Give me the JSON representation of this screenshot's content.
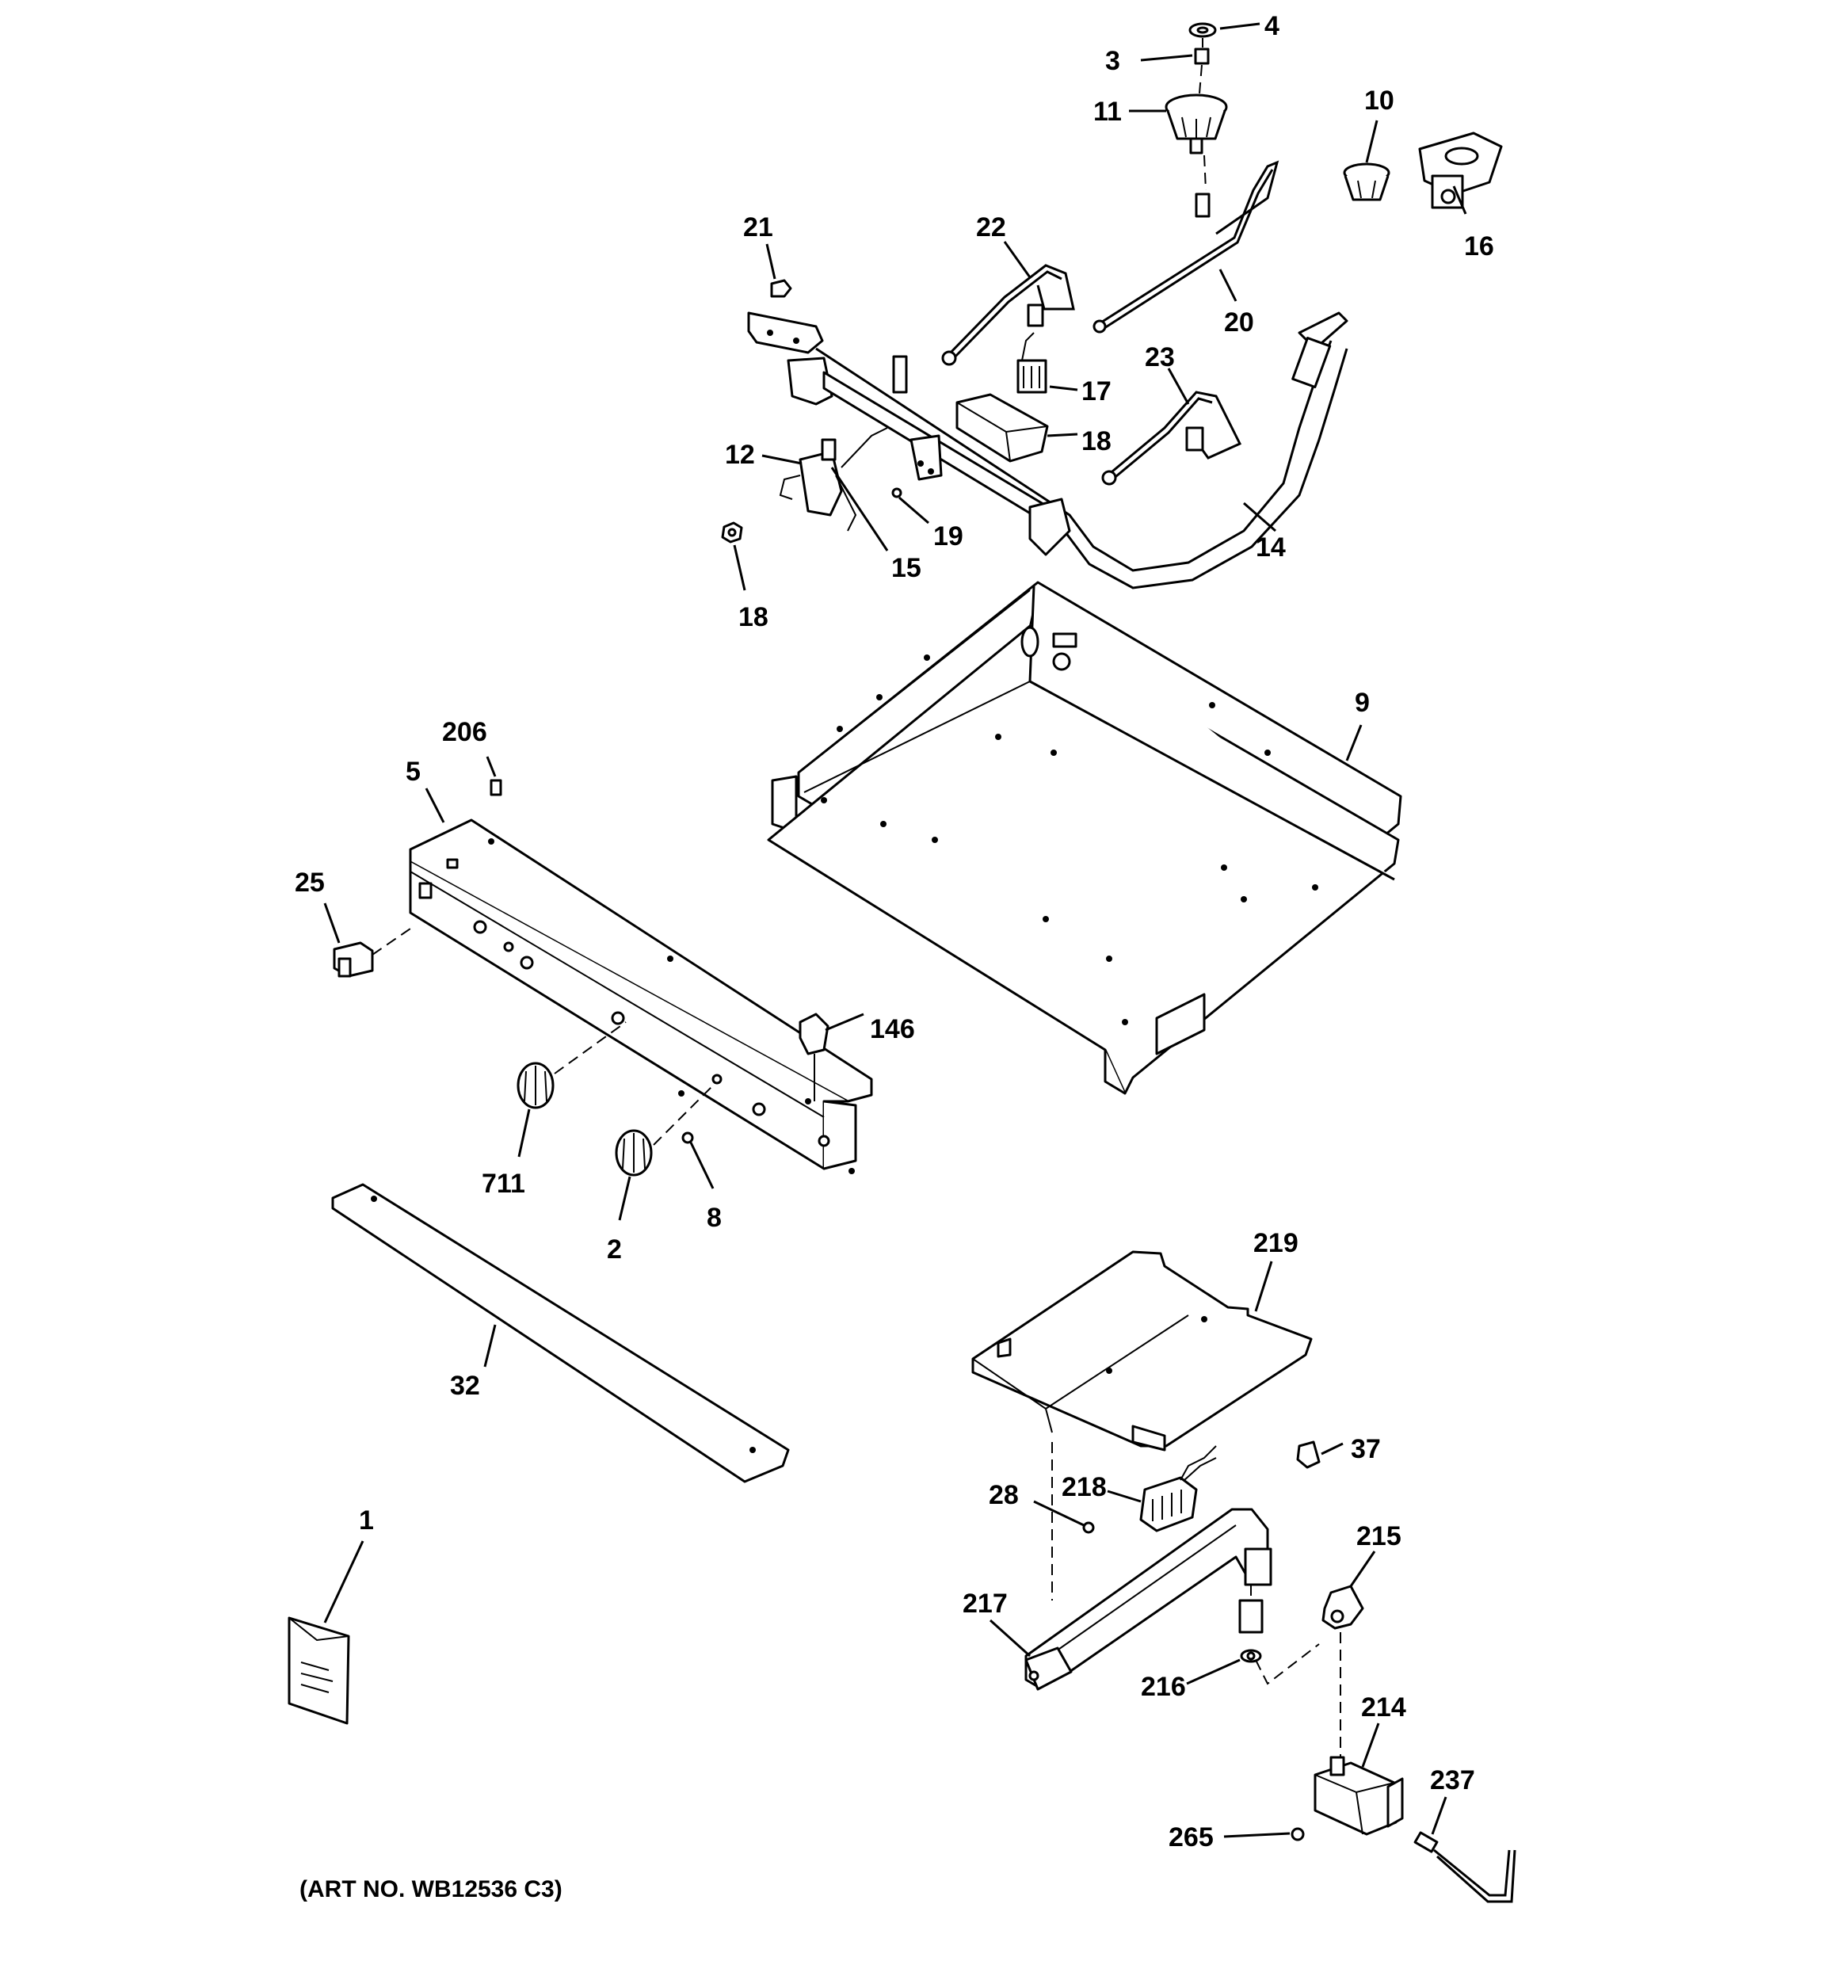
{
  "diagram": {
    "caption": "(ART NO. WB12536 C3)",
    "callouts": {
      "c4": "4",
      "c3": "3",
      "c11": "11",
      "c10": "10",
      "c16": "16",
      "c21": "21",
      "c22": "22",
      "c20": "20",
      "c23": "23",
      "c17": "17",
      "c18a": "18",
      "c12": "12",
      "c19": "19",
      "c15": "15",
      "c14": "14",
      "c18b": "18",
      "c9": "9",
      "c206": "206",
      "c5": "5",
      "c25": "25",
      "c146": "146",
      "c711": "711",
      "c2": "2",
      "c8": "8",
      "c32": "32",
      "c219": "219",
      "c37": "37",
      "c28": "28",
      "c218": "218",
      "c215": "215",
      "c217": "217",
      "c216": "216",
      "c214": "214",
      "c237": "237",
      "c265": "265",
      "c1": "1"
    }
  }
}
